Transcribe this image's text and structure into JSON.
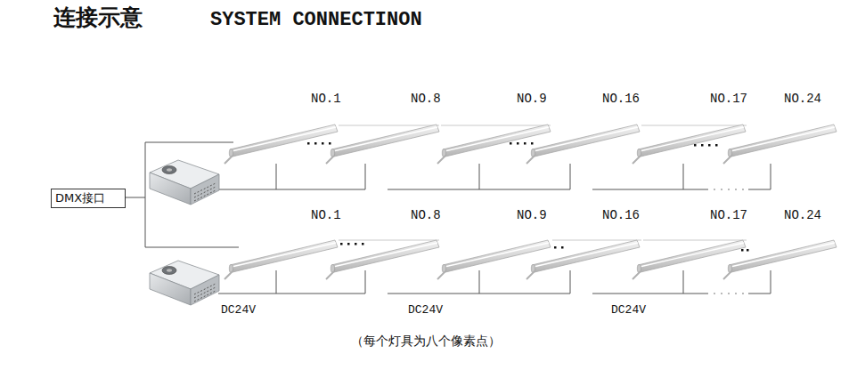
{
  "diagram": {
    "title": "连接示意",
    "caption": "（每个灯具为八个像素点）",
    "nodes": [
      {
        "text": [
          "DMX接口"
        ]
      }
    ],
    "labels": [
      "SYSTEM CONNECTINON",
      "NO.1",
      "NO.8",
      "NO.9",
      "NO.16",
      "NO.17",
      "NO.24",
      "NO.1",
      "NO.8",
      "NO.9",
      "NO.16",
      "NO.17",
      "NO.24",
      "DC24V",
      "DC24V",
      "DC24V"
    ]
  }
}
